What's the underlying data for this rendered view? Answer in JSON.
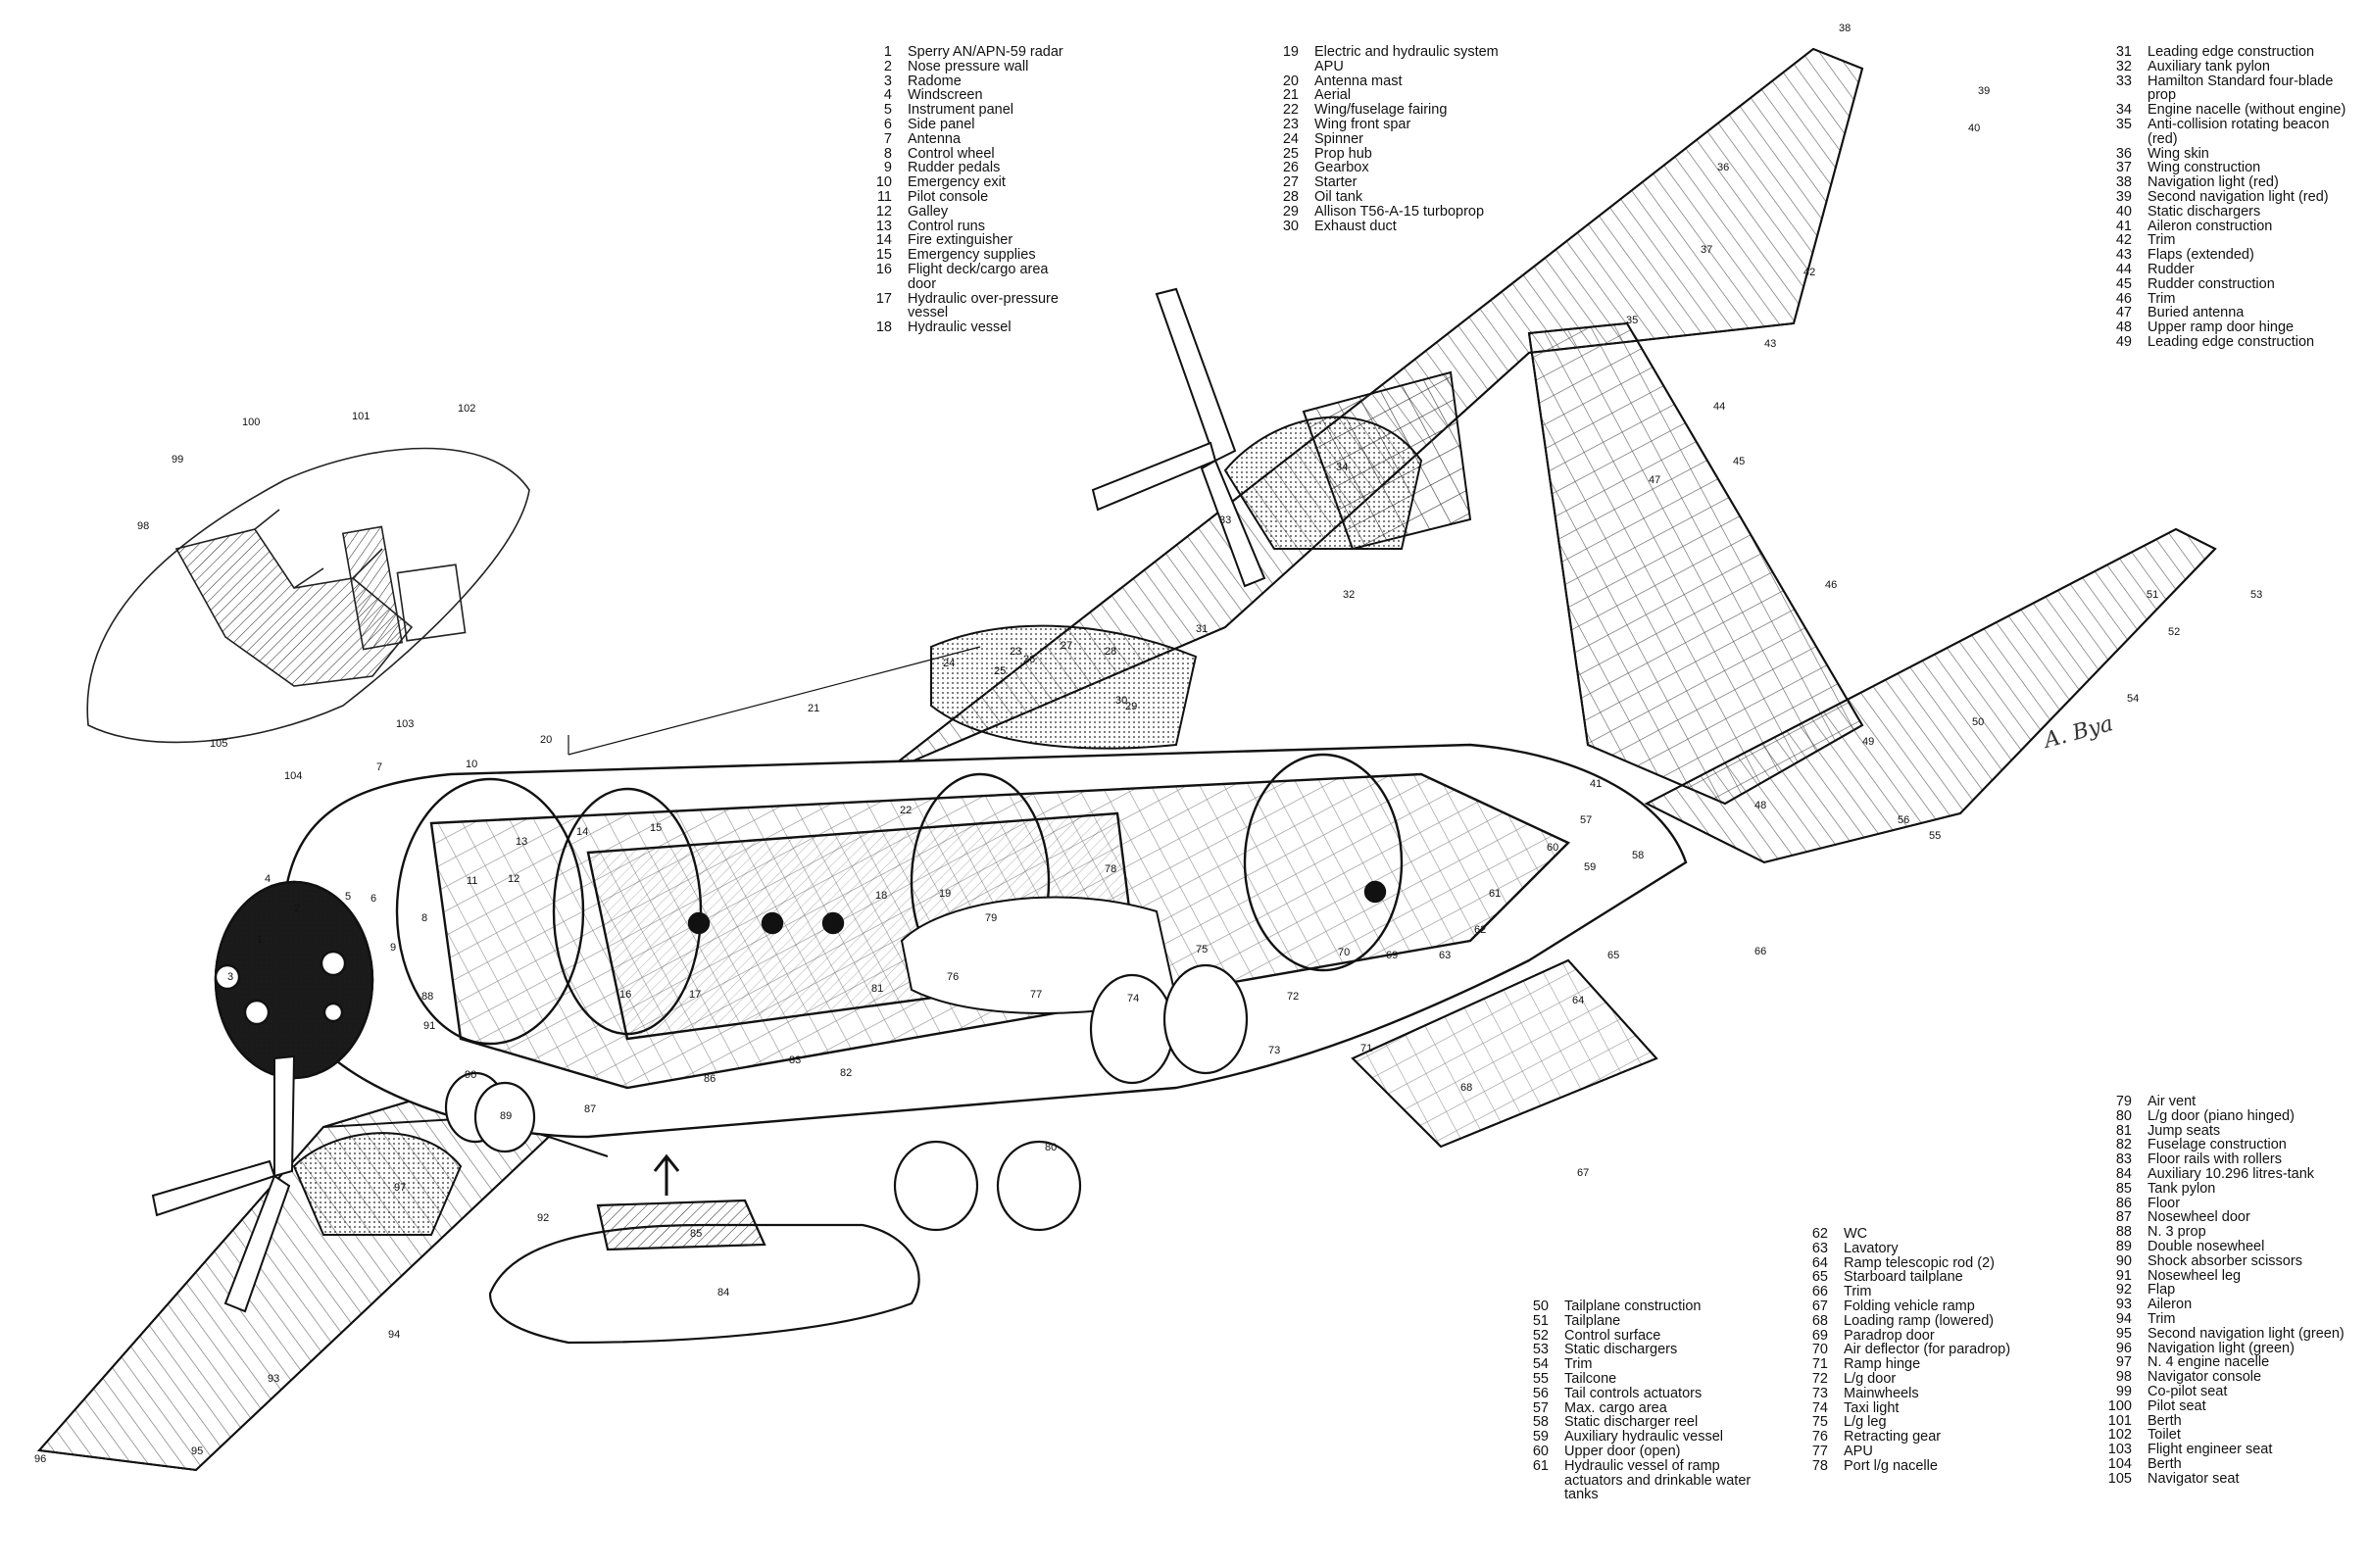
{
  "legend": {
    "col_1_18": [
      {
        "n": "1",
        "t": "Sperry AN/APN-59 radar"
      },
      {
        "n": "2",
        "t": "Nose pressure wall"
      },
      {
        "n": "3",
        "t": "Radome"
      },
      {
        "n": "4",
        "t": "Windscreen"
      },
      {
        "n": "5",
        "t": "Instrument panel"
      },
      {
        "n": "6",
        "t": "Side panel"
      },
      {
        "n": "7",
        "t": "Antenna"
      },
      {
        "n": "8",
        "t": "Control wheel"
      },
      {
        "n": "9",
        "t": "Rudder pedals"
      },
      {
        "n": "10",
        "t": "Emergency exit"
      },
      {
        "n": "11",
        "t": "Pilot console"
      },
      {
        "n": "12",
        "t": "Galley"
      },
      {
        "n": "13",
        "t": "Control runs"
      },
      {
        "n": "14",
        "t": "Fire extinguisher"
      },
      {
        "n": "15",
        "t": "Emergency supplies"
      },
      {
        "n": "16",
        "t": "Flight deck/cargo area door"
      },
      {
        "n": "17",
        "t": "Hydraulic over-pressure vessel"
      },
      {
        "n": "18",
        "t": "Hydraulic vessel"
      }
    ],
    "col_19_30": [
      {
        "n": "19",
        "t": "Electric and hydraulic system APU"
      },
      {
        "n": "20",
        "t": "Antenna mast"
      },
      {
        "n": "21",
        "t": "Aerial"
      },
      {
        "n": "22",
        "t": "Wing/fuselage fairing"
      },
      {
        "n": "23",
        "t": "Wing front spar"
      },
      {
        "n": "24",
        "t": "Spinner"
      },
      {
        "n": "25",
        "t": "Prop hub"
      },
      {
        "n": "26",
        "t": "Gearbox"
      },
      {
        "n": "27",
        "t": "Starter"
      },
      {
        "n": "28",
        "t": "Oil tank"
      },
      {
        "n": "29",
        "t": "Allison T56-A-15 turboprop"
      },
      {
        "n": "30",
        "t": "Exhaust duct"
      }
    ],
    "col_31_49": [
      {
        "n": "31",
        "t": "Leading edge construction"
      },
      {
        "n": "32",
        "t": "Auxiliary tank pylon"
      },
      {
        "n": "33",
        "t": "Hamilton Standard four-blade prop"
      },
      {
        "n": "34",
        "t": "Engine nacelle (without engine)"
      },
      {
        "n": "35",
        "t": "Anti-collision rotating beacon (red)"
      },
      {
        "n": "36",
        "t": "Wing skin"
      },
      {
        "n": "37",
        "t": "Wing construction"
      },
      {
        "n": "38",
        "t": "Navigation light (red)"
      },
      {
        "n": "39",
        "t": "Second navigation light (red)"
      },
      {
        "n": "40",
        "t": "Static dischargers"
      },
      {
        "n": "41",
        "t": "Aileron construction"
      },
      {
        "n": "42",
        "t": "Trim"
      },
      {
        "n": "43",
        "t": "Flaps (extended)"
      },
      {
        "n": "44",
        "t": "Rudder"
      },
      {
        "n": "45",
        "t": "Rudder construction"
      },
      {
        "n": "46",
        "t": "Trim"
      },
      {
        "n": "47",
        "t": "Buried antenna"
      },
      {
        "n": "48",
        "t": "Upper ramp door hinge"
      },
      {
        "n": "49",
        "t": "Leading edge construction"
      }
    ],
    "col_50_61": [
      {
        "n": "50",
        "t": "Tailplane construction"
      },
      {
        "n": "51",
        "t": "Tailplane"
      },
      {
        "n": "52",
        "t": "Control surface"
      },
      {
        "n": "53",
        "t": "Static dischargers"
      },
      {
        "n": "54",
        "t": "Trim"
      },
      {
        "n": "55",
        "t": "Tailcone"
      },
      {
        "n": "56",
        "t": "Tail controls actuators"
      },
      {
        "n": "57",
        "t": "Max. cargo area"
      },
      {
        "n": "58",
        "t": "Static discharger reel"
      },
      {
        "n": "59",
        "t": "Auxiliary hydraulic vessel"
      },
      {
        "n": "60",
        "t": "Upper door (open)"
      },
      {
        "n": "61",
        "t": "Hydraulic vessel of ramp actuators and drinkable water tanks"
      }
    ],
    "col_62_78": [
      {
        "n": "62",
        "t": "WC"
      },
      {
        "n": "63",
        "t": "Lavatory"
      },
      {
        "n": "64",
        "t": "Ramp telescopic rod (2)"
      },
      {
        "n": "65",
        "t": "Starboard tailplane"
      },
      {
        "n": "66",
        "t": "Trim"
      },
      {
        "n": "67",
        "t": "Folding vehicle ramp"
      },
      {
        "n": "68",
        "t": "Loading ramp (lowered)"
      },
      {
        "n": "69",
        "t": "Paradrop door"
      },
      {
        "n": "70",
        "t": "Air deflector (for paradrop)"
      },
      {
        "n": "71",
        "t": "Ramp hinge"
      },
      {
        "n": "72",
        "t": "L/g door"
      },
      {
        "n": "73",
        "t": "Mainwheels"
      },
      {
        "n": "74",
        "t": "Taxi light"
      },
      {
        "n": "75",
        "t": "L/g leg"
      },
      {
        "n": "76",
        "t": "Retracting gear"
      },
      {
        "n": "77",
        "t": "APU"
      },
      {
        "n": "78",
        "t": "Port l/g nacelle"
      }
    ],
    "col_79_105": [
      {
        "n": "79",
        "t": "Air vent"
      },
      {
        "n": "80",
        "t": "L/g door (piano hinged)"
      },
      {
        "n": "81",
        "t": "Jump seats"
      },
      {
        "n": "82",
        "t": "Fuselage construction"
      },
      {
        "n": "83",
        "t": "Floor rails with rollers"
      },
      {
        "n": "84",
        "t": "Auxiliary 10.296 litres-tank"
      },
      {
        "n": "85",
        "t": "Tank pylon"
      },
      {
        "n": "86",
        "t": "Floor"
      },
      {
        "n": "87",
        "t": "Nosewheel door"
      },
      {
        "n": "88",
        "t": "N. 3 prop"
      },
      {
        "n": "89",
        "t": "Double nosewheel"
      },
      {
        "n": "90",
        "t": "Shock absorber scissors"
      },
      {
        "n": "91",
        "t": "Nosewheel leg"
      },
      {
        "n": "92",
        "t": "Flap"
      },
      {
        "n": "93",
        "t": "Aileron"
      },
      {
        "n": "94",
        "t": "Trim"
      },
      {
        "n": "95",
        "t": "Second navigation light (green)"
      },
      {
        "n": "96",
        "t": "Navigation light (green)"
      },
      {
        "n": "97",
        "t": "N. 4 engine nacelle"
      },
      {
        "n": "98",
        "t": "Navigator console"
      },
      {
        "n": "99",
        "t": "Co-pilot seat"
      },
      {
        "n": "100",
        "t": "Pilot seat"
      },
      {
        "n": "101",
        "t": "Berth"
      },
      {
        "n": "102",
        "t": "Toilet"
      },
      {
        "n": "103",
        "t": "Flight engineer seat"
      },
      {
        "n": "104",
        "t": "Berth"
      },
      {
        "n": "105",
        "t": "Navigator seat"
      }
    ]
  },
  "callouts": [
    "1",
    "2",
    "3",
    "4",
    "5",
    "6",
    "7",
    "8",
    "9",
    "10",
    "11",
    "12",
    "13",
    "14",
    "15",
    "16",
    "17",
    "18",
    "19",
    "20",
    "21",
    "22",
    "23",
    "24",
    "25",
    "26",
    "27",
    "28",
    "29",
    "30",
    "31",
    "32",
    "33",
    "34",
    "35",
    "36",
    "37",
    "38",
    "39",
    "40",
    "41",
    "42",
    "43",
    "44",
    "45",
    "46",
    "47",
    "48",
    "49",
    "50",
    "51",
    "52",
    "53",
    "54",
    "55",
    "56",
    "57",
    "58",
    "59",
    "60",
    "61",
    "62",
    "63",
    "64",
    "65",
    "66",
    "67",
    "68",
    "69",
    "70",
    "71",
    "72",
    "73",
    "74",
    "75",
    "76",
    "77",
    "78",
    "79",
    "80",
    "81",
    "82",
    "83",
    "84",
    "85",
    "86",
    "87",
    "88",
    "89",
    "90",
    "91",
    "92",
    "93",
    "94",
    "95",
    "96",
    "97",
    "98",
    "99",
    "100",
    "101",
    "102",
    "103",
    "104",
    "105"
  ],
  "signature": "A. Bya"
}
